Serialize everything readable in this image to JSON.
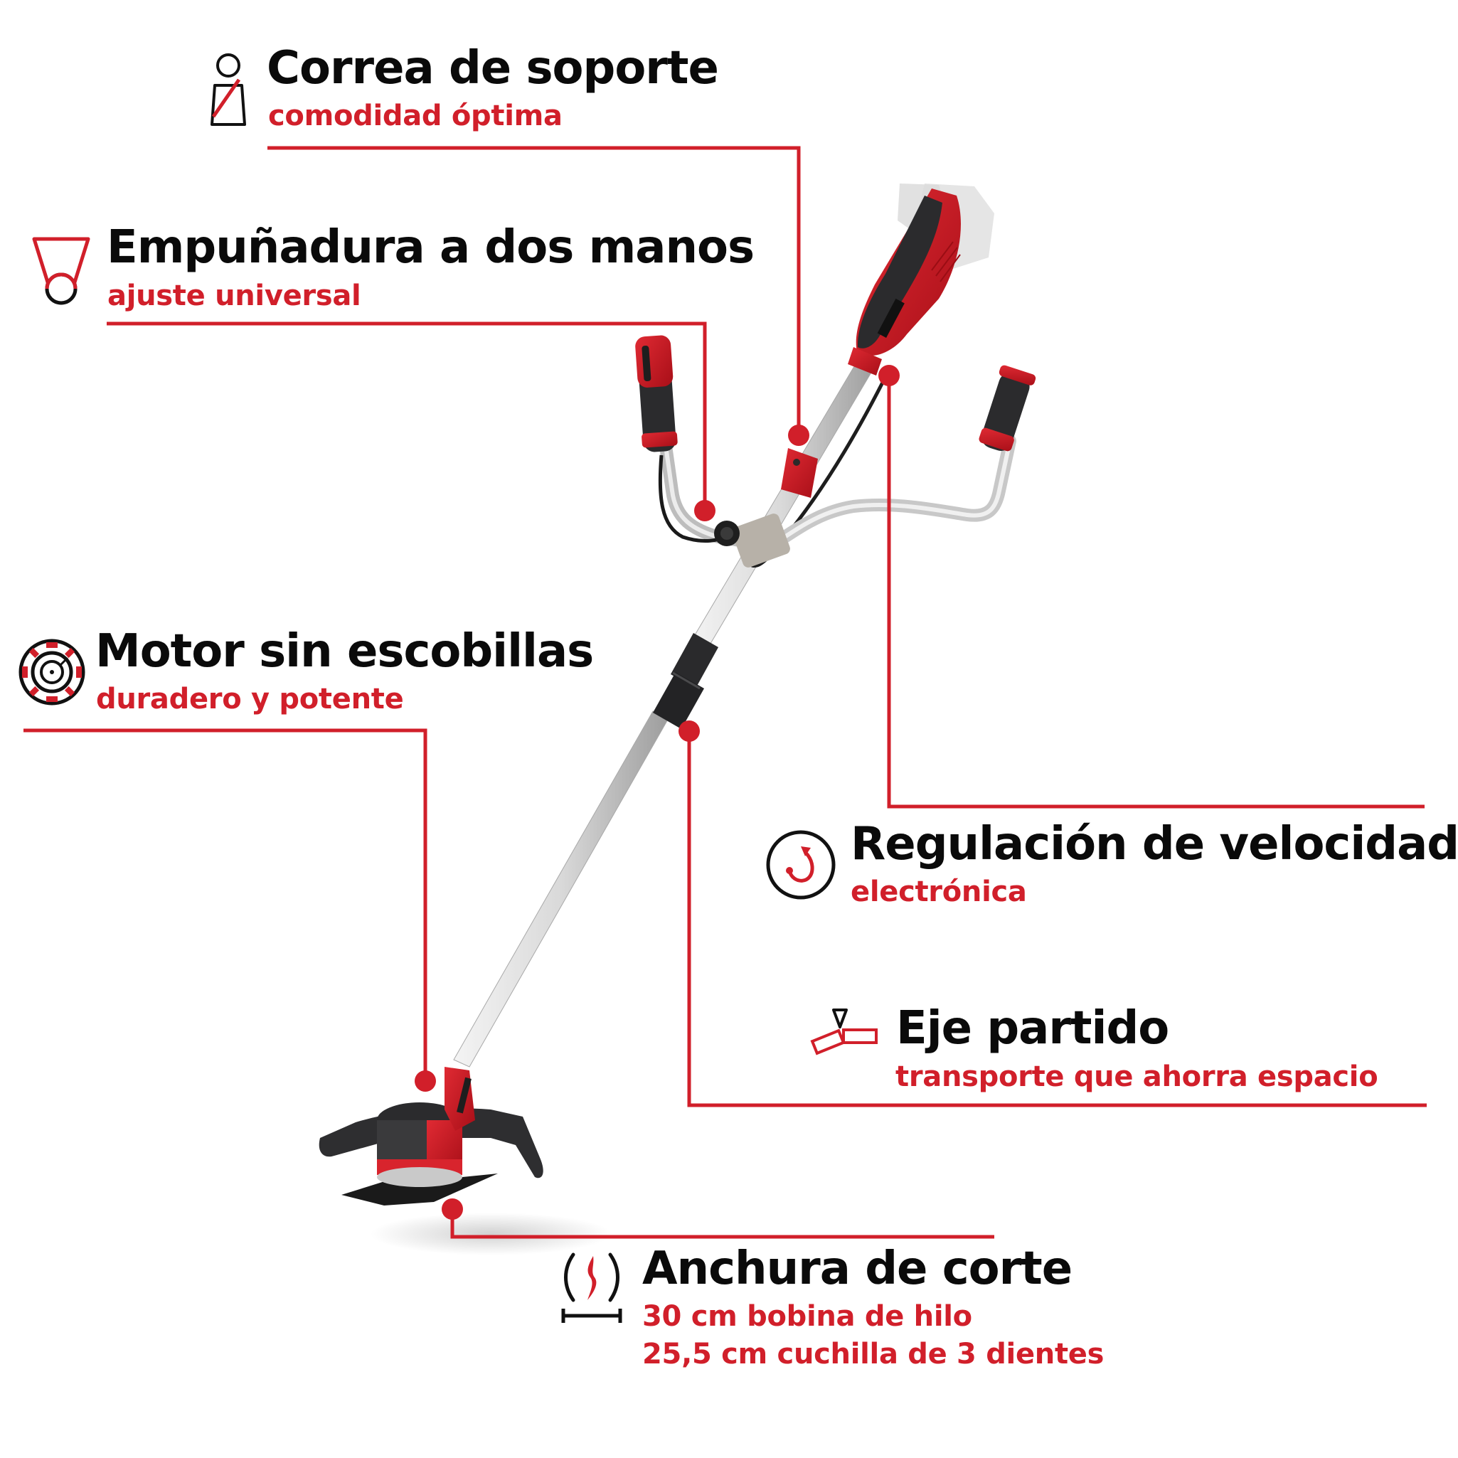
{
  "colors": {
    "accent": "#d11f2a",
    "text": "#0a0a0a",
    "background": "#ffffff",
    "tool_red": "#c8141f",
    "tool_dark": "#2b2b2d",
    "shaft_silver": "#dcdcdc"
  },
  "features": [
    {
      "id": "correa",
      "icon": "harness-strap-icon",
      "title": "Correa de soporte",
      "subtitle": "comodidad óptima"
    },
    {
      "id": "empunadura",
      "icon": "bike-handle-icon",
      "title": "Empuñadura a dos manos",
      "subtitle": "ajuste universal"
    },
    {
      "id": "motor",
      "icon": "brushless-motor-icon",
      "title": "Motor sin escobillas",
      "subtitle": "duradero y potente"
    },
    {
      "id": "velocidad",
      "icon": "speed-regulation-icon",
      "title": "Regulación de velocidad",
      "subtitle": "electrónica"
    },
    {
      "id": "eje",
      "icon": "split-shaft-icon",
      "title": "Eje partido",
      "subtitle": "transporte que ahorra espacio"
    },
    {
      "id": "anchura",
      "icon": "cutting-width-icon",
      "title": "Anchura de corte",
      "subtitle_lines": [
        "30 cm bobina de hilo",
        "25,5 cm cuchilla de 3 dientes"
      ]
    }
  ]
}
